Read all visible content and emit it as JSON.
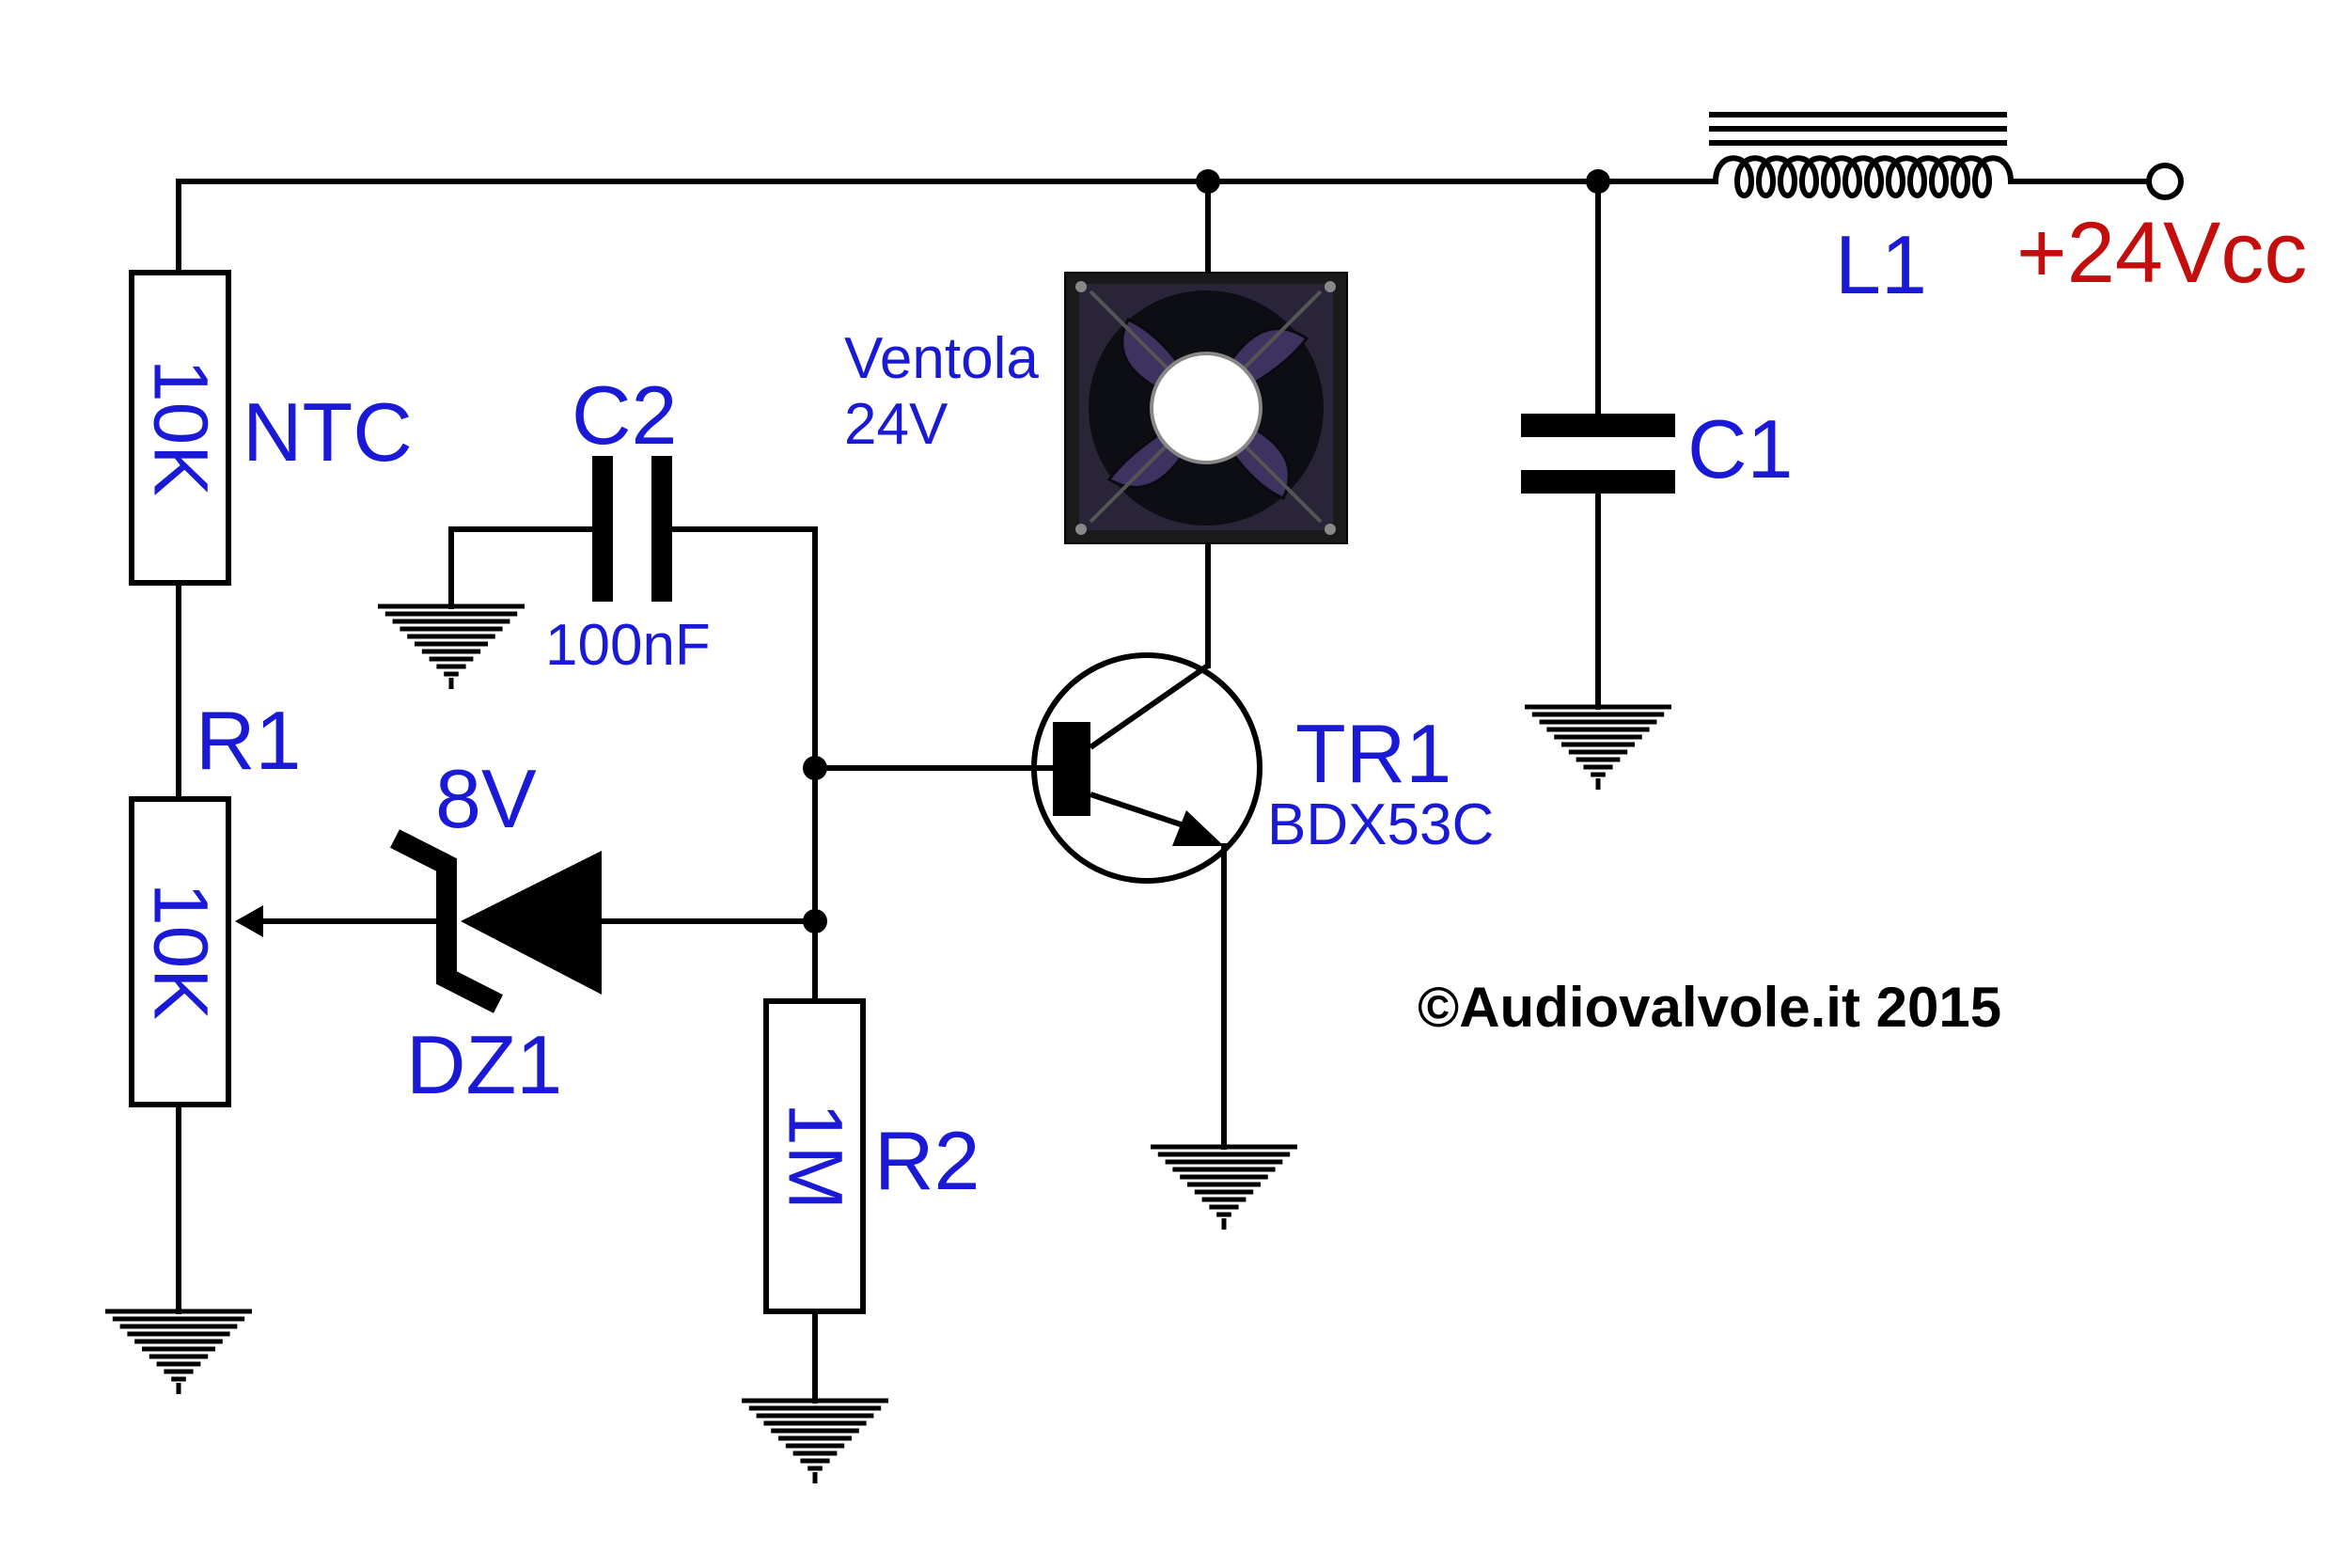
{
  "colors": {
    "label": "#1a1ad6",
    "supply": "#c40d0d",
    "wire": "#000000",
    "fan_body": "#222222",
    "fan_blade": "#3a2e55"
  },
  "supply": {
    "label": "+24Vcc"
  },
  "components": {
    "ntc": {
      "value": "10K",
      "name": "NTC"
    },
    "r1": {
      "value": "10K",
      "name": "R1"
    },
    "r2": {
      "value": "1M",
      "name": "R2"
    },
    "c1": {
      "name": "C1"
    },
    "c2": {
      "name": "C2",
      "value": "100nF"
    },
    "l1": {
      "name": "L1"
    },
    "dz1": {
      "name": "DZ1",
      "value": "8V"
    },
    "tr1": {
      "name": "TR1",
      "part": "BDX53C"
    },
    "fan": {
      "name": "Ventola",
      "rating": "24V",
      "icon": "fan-icon"
    }
  },
  "copyright": "©Audiovalvole.it 2015"
}
